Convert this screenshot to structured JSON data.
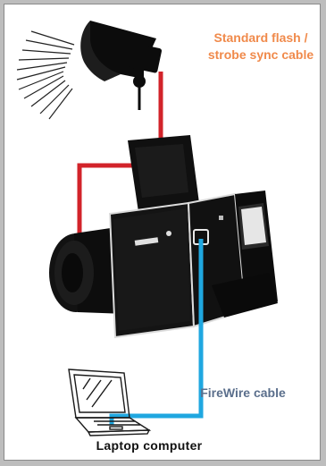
{
  "labels": {
    "flash_cable": [
      "Standard flash /",
      "strobe sync cable"
    ],
    "firewire_cable": "FireWire cable",
    "laptop": "Laptop computer"
  },
  "colors": {
    "flash_cable_text": "#f08a4b",
    "firewire_text": "#5b6f8c",
    "sync_cable": "#d2232a",
    "firewire_cable": "#1fa7e0",
    "frame_bg": "#bdbdbd"
  },
  "icons": [
    "studio-flash-icon",
    "medium-format-camera-icon",
    "laptop-icon"
  ]
}
